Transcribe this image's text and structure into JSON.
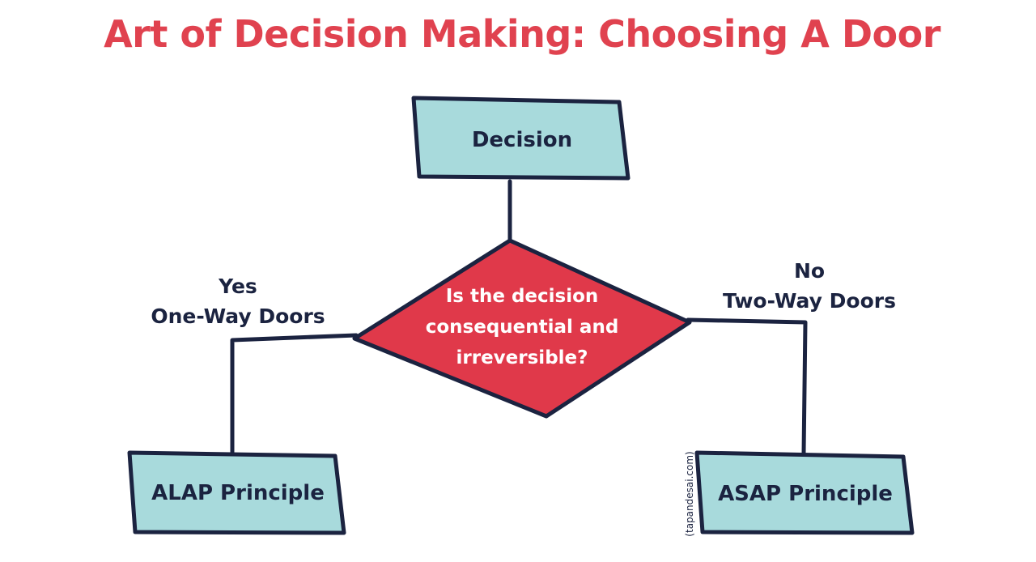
{
  "title": "Art of Decision Making: Choosing A Door",
  "colors": {
    "title": "#e0424f",
    "box_fill": "#a8dadc",
    "diamond_fill": "#e0394a",
    "stroke": "#1b2340"
  },
  "nodes": {
    "decision": "Decision",
    "question_lines": [
      "Is the decision",
      "consequential and",
      "irreversible?"
    ],
    "alap": "ALAP Principle",
    "asap": "ASAP Principle"
  },
  "edges": {
    "yes": {
      "line1": "Yes",
      "line2": "One-Way Doors"
    },
    "no": {
      "line1": "No",
      "line2": "Two-Way Doors"
    }
  },
  "credit": "(tapandesai.com)"
}
